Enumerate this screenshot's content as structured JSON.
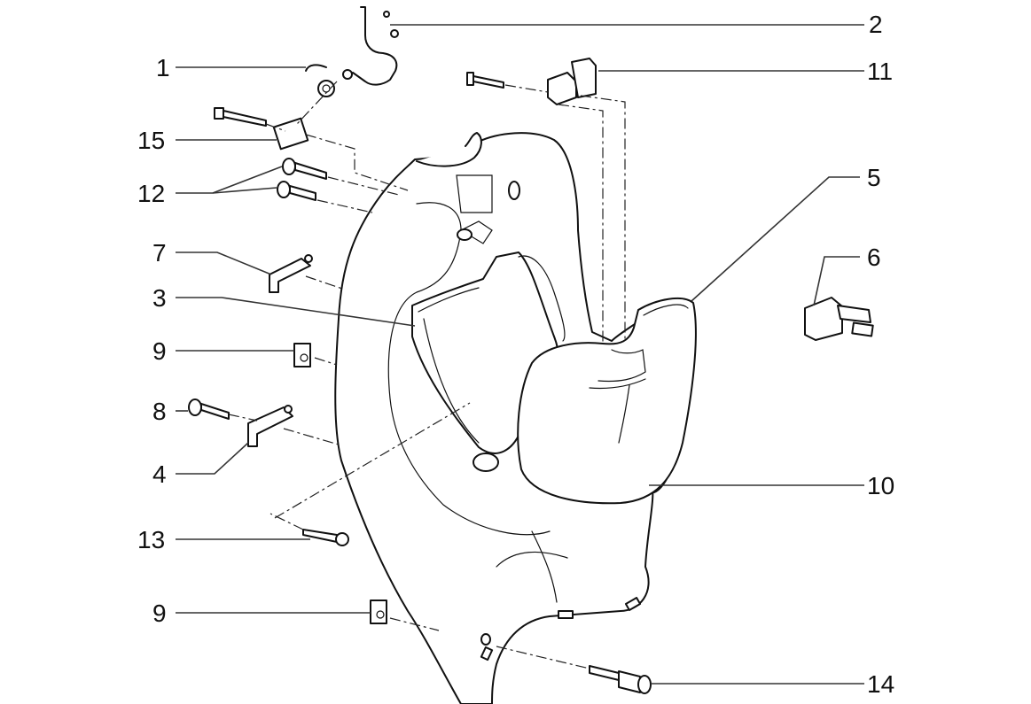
{
  "diagram": {
    "title": "Exploded parts view - front leg shield / inner panel",
    "callouts": [
      {
        "id": "1",
        "text": "1",
        "side": "left",
        "part": "spring clip"
      },
      {
        "id": "15",
        "text": "15",
        "side": "left",
        "part": "bracket"
      },
      {
        "id": "12",
        "text": "12",
        "side": "left",
        "part": "screws (2)"
      },
      {
        "id": "7",
        "text": "7",
        "side": "left",
        "part": "clip bracket"
      },
      {
        "id": "3",
        "text": "3",
        "side": "left",
        "part": "inner panel"
      },
      {
        "id": "9a",
        "text": "9",
        "side": "left",
        "part": "speed nut"
      },
      {
        "id": "8",
        "text": "8",
        "side": "left",
        "part": "screw"
      },
      {
        "id": "4",
        "text": "4",
        "side": "left",
        "part": "clip bracket"
      },
      {
        "id": "13",
        "text": "13",
        "side": "left",
        "part": "screw"
      },
      {
        "id": "9b",
        "text": "9",
        "side": "left",
        "part": "speed nut"
      },
      {
        "id": "2",
        "text": "2",
        "side": "right",
        "part": "hook"
      },
      {
        "id": "11",
        "text": "11",
        "side": "right",
        "part": "latch"
      },
      {
        "id": "5",
        "text": "5",
        "side": "right",
        "part": "glove box lid"
      },
      {
        "id": "6",
        "text": "6",
        "side": "right",
        "part": "catch"
      },
      {
        "id": "10",
        "text": "10",
        "side": "right",
        "part": "leg shield back"
      },
      {
        "id": "14",
        "text": "14",
        "side": "right",
        "part": "screw"
      }
    ],
    "colors": {
      "line": "#111111",
      "background": "#ffffff"
    }
  }
}
